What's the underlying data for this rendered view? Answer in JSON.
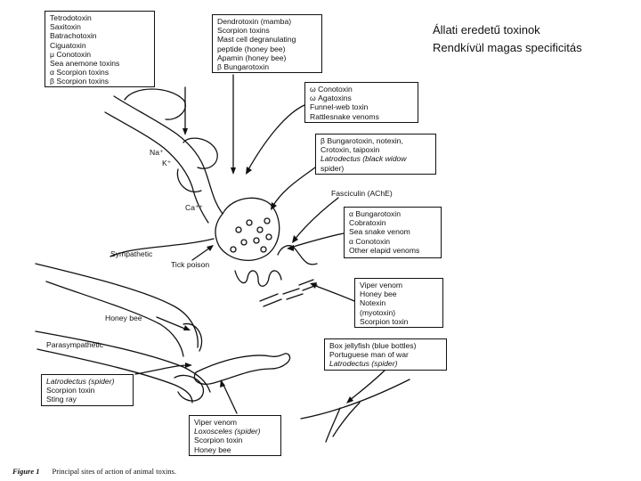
{
  "slide": {
    "title_line1": "Állati eredetű toxinok",
    "title_line2": "Rendkívül magas specificitás"
  },
  "figure": {
    "caption_label": "Figure 1",
    "caption_text": "Principal sites of action of animal toxins."
  },
  "labels": {
    "na": "Na⁺",
    "k": "K⁺",
    "ca": "Ca⁺⁺",
    "sympathetic": "Sympathetic",
    "tick_poison": "Tick poison",
    "honey_bee": "Honey bee",
    "parasympathetic": "Parasympathetic"
  },
  "boxes": {
    "sodium_channel": [
      "Tetrodotoxin",
      "Saxitoxin",
      "Batrachotoxin",
      "Ciguatoxin",
      "μ Conotoxin",
      "Sea anemone toxins",
      "α Scorpion toxins",
      "β Scorpion toxins"
    ],
    "potassium_channel": [
      "Dendrotoxin (mamba)",
      "Scorpion toxins",
      "Mast cell degranulating",
      "  peptide (honey bee)",
      "Apamin (honey bee)",
      "β Bungarotoxin"
    ],
    "calcium_channel": [
      "ω Conotoxin",
      "ω Agatoxins",
      "Funnel-web toxin",
      "Rattlesnake venoms"
    ],
    "presynaptic_release": [
      "β Bungarotoxin, notexin,",
      "Crotoxin, taipoxin",
      "Latrodectus (black widow",
      "  spider)"
    ],
    "acetylcholinesterase": [
      "Fasciculin (AChE)"
    ],
    "acetylcholine_receptor": [
      "α Bungarotoxin",
      "Cobratoxin",
      "Sea snake venom",
      "α Conotoxin",
      "Other elapid venoms"
    ],
    "muscle_fibre": [
      "Viper venom",
      "Honey bee",
      "Notexin",
      "  (myotoxin)",
      "Scorpion toxin"
    ],
    "skin_sensory": [
      "Box jellyfish (blue bottles)",
      "Portuguese man of war",
      "Latrodectus (spider)"
    ],
    "parasympathetic_targets": [
      "Latrodectus (spider)",
      "Scorpion toxin",
      "Sting ray"
    ],
    "smooth_muscle": [
      "Viper venom",
      "Loxosceles (spider)",
      "Scorpion toxin",
      "Honey bee"
    ]
  },
  "italic_entries": [
    "Latrodectus (black widow",
    "Latrodectus (spider)",
    "Loxosceles (spider)"
  ]
}
